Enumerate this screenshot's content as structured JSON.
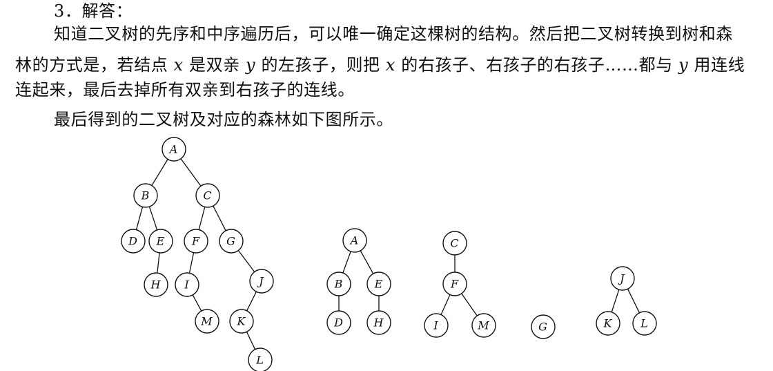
{
  "solution": {
    "heading": "3．解答：",
    "paragraph": {
      "line1": "知道二叉树的先序和中序遍历后，可以唯一确定这棵树的结构。然后把二叉树转换到树和森",
      "line2_a": "林的方式是，若结点 ",
      "x1": "x",
      "line2_b": " 是双亲 ",
      "y1": "y",
      "line2_c": " 的左孩子，则把 ",
      "x2": "x",
      "line2_d": " 的右孩子、右孩子的右孩子……都与 ",
      "y2": "y",
      "line2_e": " 用连线",
      "line3": "连起来，最后去掉所有双亲到右孩子的连线。"
    },
    "figure_caption": "最后得到的二叉树及对应的森林如下图所示。"
  },
  "binary_tree": {
    "nodes": [
      "A",
      "B",
      "C",
      "D",
      "E",
      "F",
      "G",
      "H",
      "I",
      "M",
      "J",
      "K",
      "L"
    ],
    "edges": [
      [
        "A",
        "B"
      ],
      [
        "A",
        "C"
      ],
      [
        "B",
        "D"
      ],
      [
        "B",
        "E"
      ],
      [
        "E",
        "H"
      ],
      [
        "C",
        "F"
      ],
      [
        "C",
        "G"
      ],
      [
        "F",
        "I"
      ],
      [
        "I",
        "M"
      ],
      [
        "G",
        "J"
      ],
      [
        "J",
        "K"
      ],
      [
        "K",
        "L"
      ]
    ]
  },
  "forest": {
    "trees": [
      {
        "nodes": [
          "A",
          "B",
          "E",
          "D",
          "H"
        ],
        "edges": [
          [
            "A",
            "B"
          ],
          [
            "A",
            "E"
          ],
          [
            "B",
            "D"
          ],
          [
            "E",
            "H"
          ]
        ]
      },
      {
        "nodes": [
          "C",
          "F",
          "I",
          "M"
        ],
        "edges": [
          [
            "C",
            "F"
          ],
          [
            "F",
            "I"
          ],
          [
            "F",
            "M"
          ]
        ]
      },
      {
        "nodes": [
          "G"
        ],
        "edges": []
      },
      {
        "nodes": [
          "J",
          "K",
          "L"
        ],
        "edges": [
          [
            "J",
            "K"
          ],
          [
            "J",
            "L"
          ]
        ]
      }
    ]
  }
}
